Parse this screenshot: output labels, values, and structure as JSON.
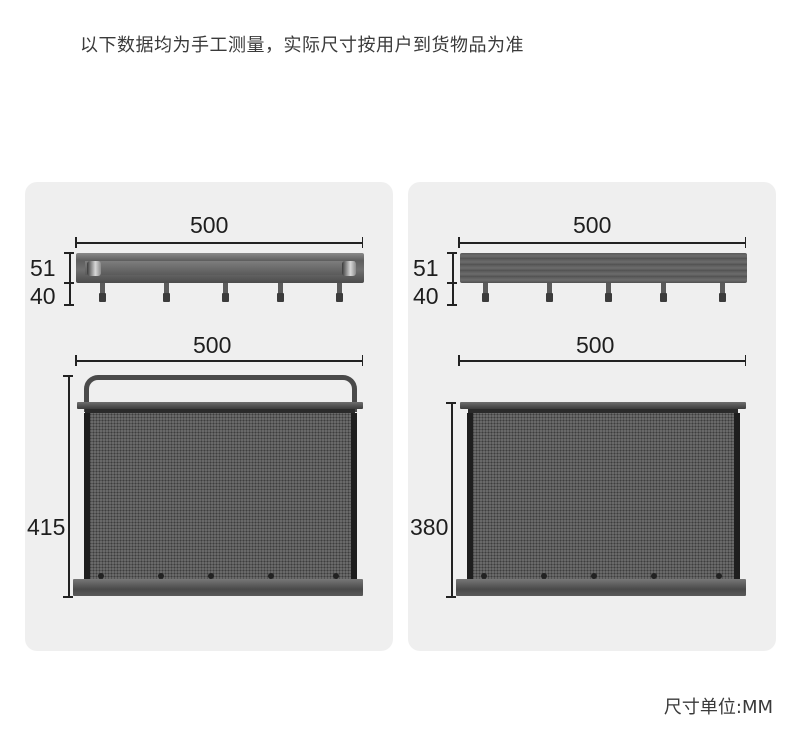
{
  "header": {
    "note": "以下数据均为手工测量，实际尺寸按用户到货物品为准"
  },
  "footer": {
    "unit_label": "尺寸单位:MM"
  },
  "panels": [
    {
      "name": "left-panel",
      "top_product": {
        "width": "500",
        "height": "51",
        "hook_depth": "40",
        "style": "open-front rail with end cups",
        "hooks": 5
      },
      "bottom_product": {
        "width": "500",
        "height": "415",
        "style": "mesh basket with arched handle",
        "rivets": 5
      }
    },
    {
      "name": "right-panel",
      "top_product": {
        "width": "500",
        "height": "51",
        "hook_depth": "40",
        "style": "ribbed closed rail",
        "hooks": 5
      },
      "bottom_product": {
        "width": "500",
        "height": "380",
        "style": "mesh basket without handle",
        "rivets": 5
      }
    }
  ],
  "colors": {
    "panel_bg": "#efefef",
    "metal": "#5e5e5e",
    "line": "#222222"
  }
}
